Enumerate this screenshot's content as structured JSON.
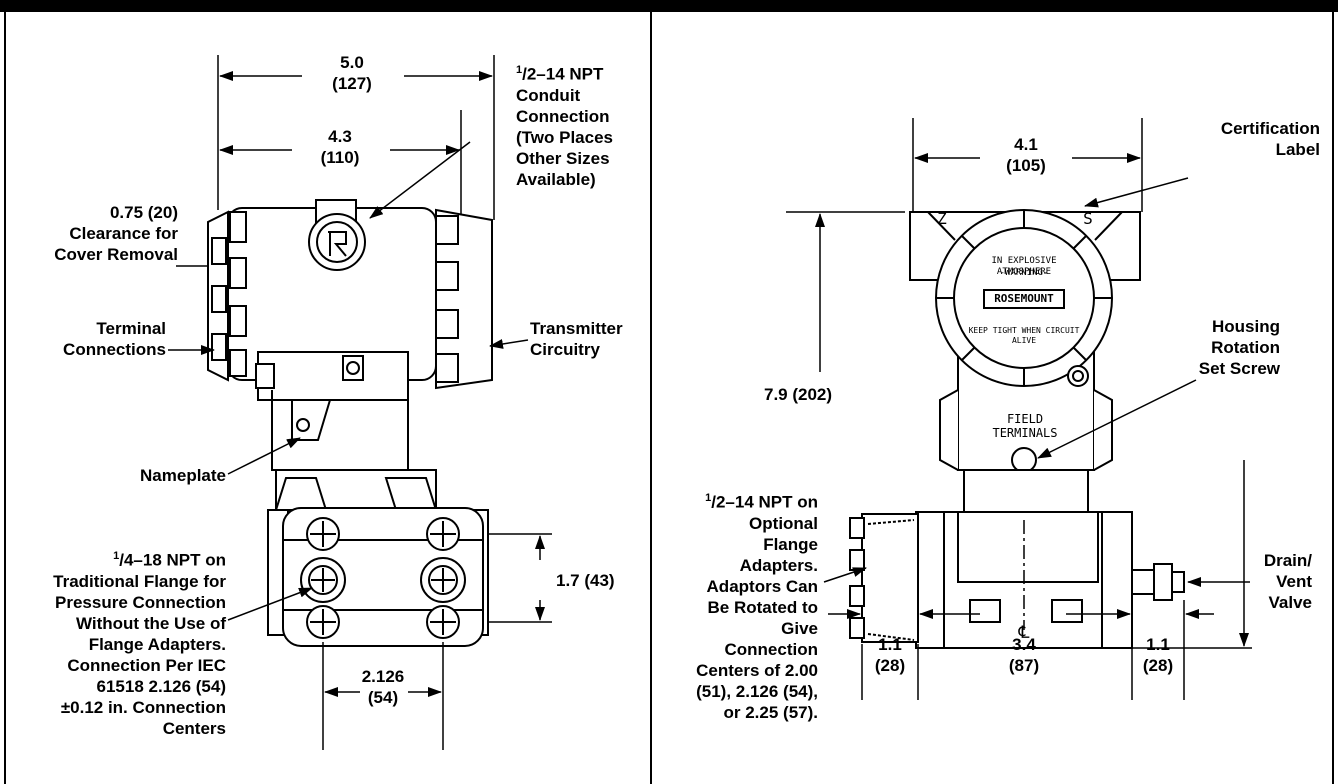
{
  "left_view": {
    "dim_width_overall": "5.0\n(127)",
    "dim_width_housing": "4.3\n(110)",
    "conduit_sup": "1",
    "conduit_text": "/2–14 NPT\nConduit\nConnection\n(Two Places\nOther Sizes\nAvailable)",
    "clearance": "0.75 (20)\nClearance for\nCover Removal",
    "terminal_connections": "Terminal\nConnections",
    "transmitter_circuitry": "Transmitter\nCircuitry",
    "nameplate": "Nameplate",
    "npt_sup": "1",
    "npt_text": "/4–18 NPT on\nTraditional Flange for\nPressure Connection\nWithout the Use of\nFlange Adapters.\nConnection Per IEC\n61518 2.126 (54)\n±0.12 in. Connection\nCenters",
    "dim_height_flange": "1.7 (43)",
    "dim_centers": "2.126\n(54)"
  },
  "right_view": {
    "dim_width": "4.1\n(105)",
    "certification_label": "Certification\nLabel",
    "dim_height": "7.9 (202)",
    "housing_rotation": "Housing\nRotation\nSet Screw",
    "adapter_sup": "1",
    "adapter_text": "/2–14 NPT on\nOptional\nFlange\nAdapters.\nAdaptors Can\nBe Rotated to\nGive\nConnection\nCenters of 2.00\n(51), 2.126 (54),\nor 2.25 (57).",
    "drain_vent": "Drain/\nVent\nValve",
    "dim_left_adapter": "1.1\n(28)",
    "dim_body": "3.4\n(87)",
    "dim_right_adapter": "1.1\n(28)",
    "centerline_symbol": "℄",
    "cover_warning_top": "IN EXPLOSIVE ATMOSPHERE",
    "cover_warning_mid": "-WARNING-",
    "cover_brand": "ROSEMOUNT",
    "cover_warning_bottom": "KEEP TIGHT WHEN CIRCUIT ALIVE",
    "field_terminals": "FIELD\nTERMINALS",
    "side_mark_left": "Z",
    "side_mark_right": "S"
  }
}
